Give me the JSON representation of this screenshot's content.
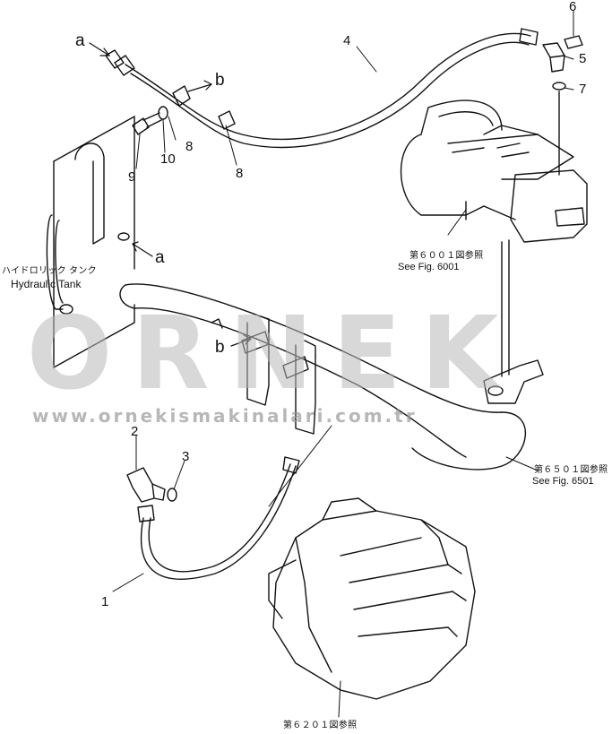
{
  "watermark": {
    "brand": "ORNEK",
    "url": "www.ornekismakinalari.com.tr",
    "accent_color": "#f2c94c"
  },
  "callouts": {
    "n1": "1",
    "n2": "2",
    "n3": "3",
    "n4": "4",
    "n5": "5",
    "n6": "6",
    "n7": "7",
    "n8a": "8",
    "n8b": "8",
    "n9": "9",
    "n10": "10",
    "a_top": "a",
    "a_mid": "a",
    "b_top": "b",
    "b_mid": "b"
  },
  "tank": {
    "jp": "ハイドロリック タンク",
    "en": "Hydraulic Tank"
  },
  "refs": {
    "fig6001_jp": "第６００１図参照",
    "fig6001_en": "See Fig. 6001",
    "fig6501_jp": "第６５０１図参照",
    "fig6501_en": "See Fig. 6501",
    "fig6201_jp": "第６２０１図参照"
  }
}
